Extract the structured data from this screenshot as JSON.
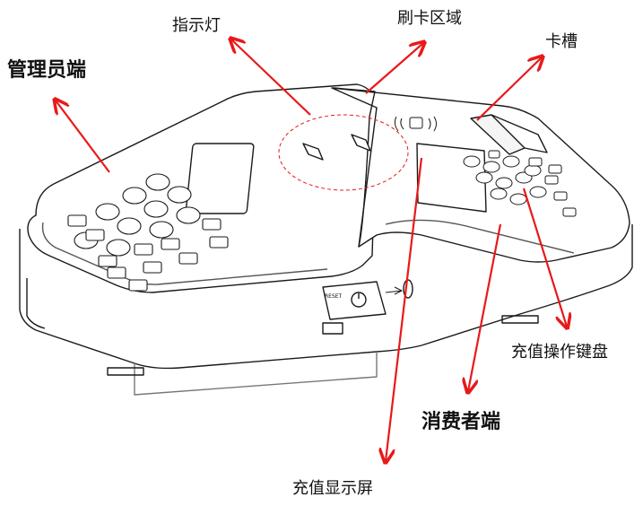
{
  "labels": {
    "admin_end": "管理员端",
    "indicator": "指示灯",
    "swipe_area": "刷卡区域",
    "card_slot": "卡槽",
    "recharge_keypad": "充值操作键盘",
    "consumer_end": "消费者端",
    "recharge_display": "充值显示屏"
  },
  "device_text": {
    "reset": "RESET"
  },
  "colors": {
    "arrow": "#e8191a",
    "outline": "#1a1a1a",
    "highlight_circle": "#e8191a"
  },
  "icons": [
    "power-icon",
    "usb-icon",
    "contactless-icon"
  ]
}
